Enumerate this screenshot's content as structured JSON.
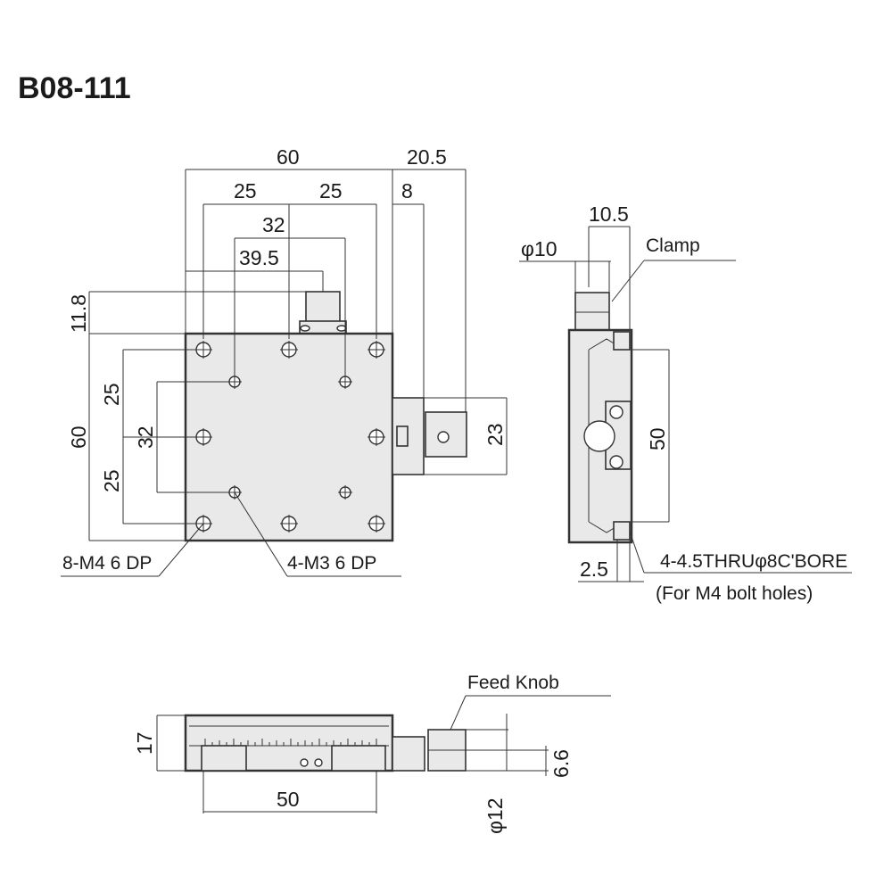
{
  "model": "B08-111",
  "dimensions": {
    "top_width": "60",
    "top_offset": "20.5",
    "pitch_left": "25",
    "pitch_right": "25",
    "knob_offset": "8",
    "pitch_32": "32",
    "knob_center": "39.5",
    "knob_height": "11.8",
    "side_height": "60",
    "pitch_left_v1": "25",
    "pitch_left_v2": "25",
    "pitch_32_v": "32",
    "knob_span": "23",
    "side_width": "10.5",
    "knob_dia": "φ10",
    "side_holes": "50",
    "side_inset": "2.5",
    "front_height": "17",
    "front_pitch": "50",
    "front_small": "6.6",
    "front_knob_dia": "φ12"
  },
  "labels": {
    "clamp": "Clamp",
    "m4_holes": "8-M4 6 DP",
    "m3_holes": "4-M3 6 DP",
    "bore_holes": "4-4.5THRUφ8C'BORE",
    "bore_note": "(For M4 bolt holes)",
    "feed_knob": "Feed Knob"
  }
}
